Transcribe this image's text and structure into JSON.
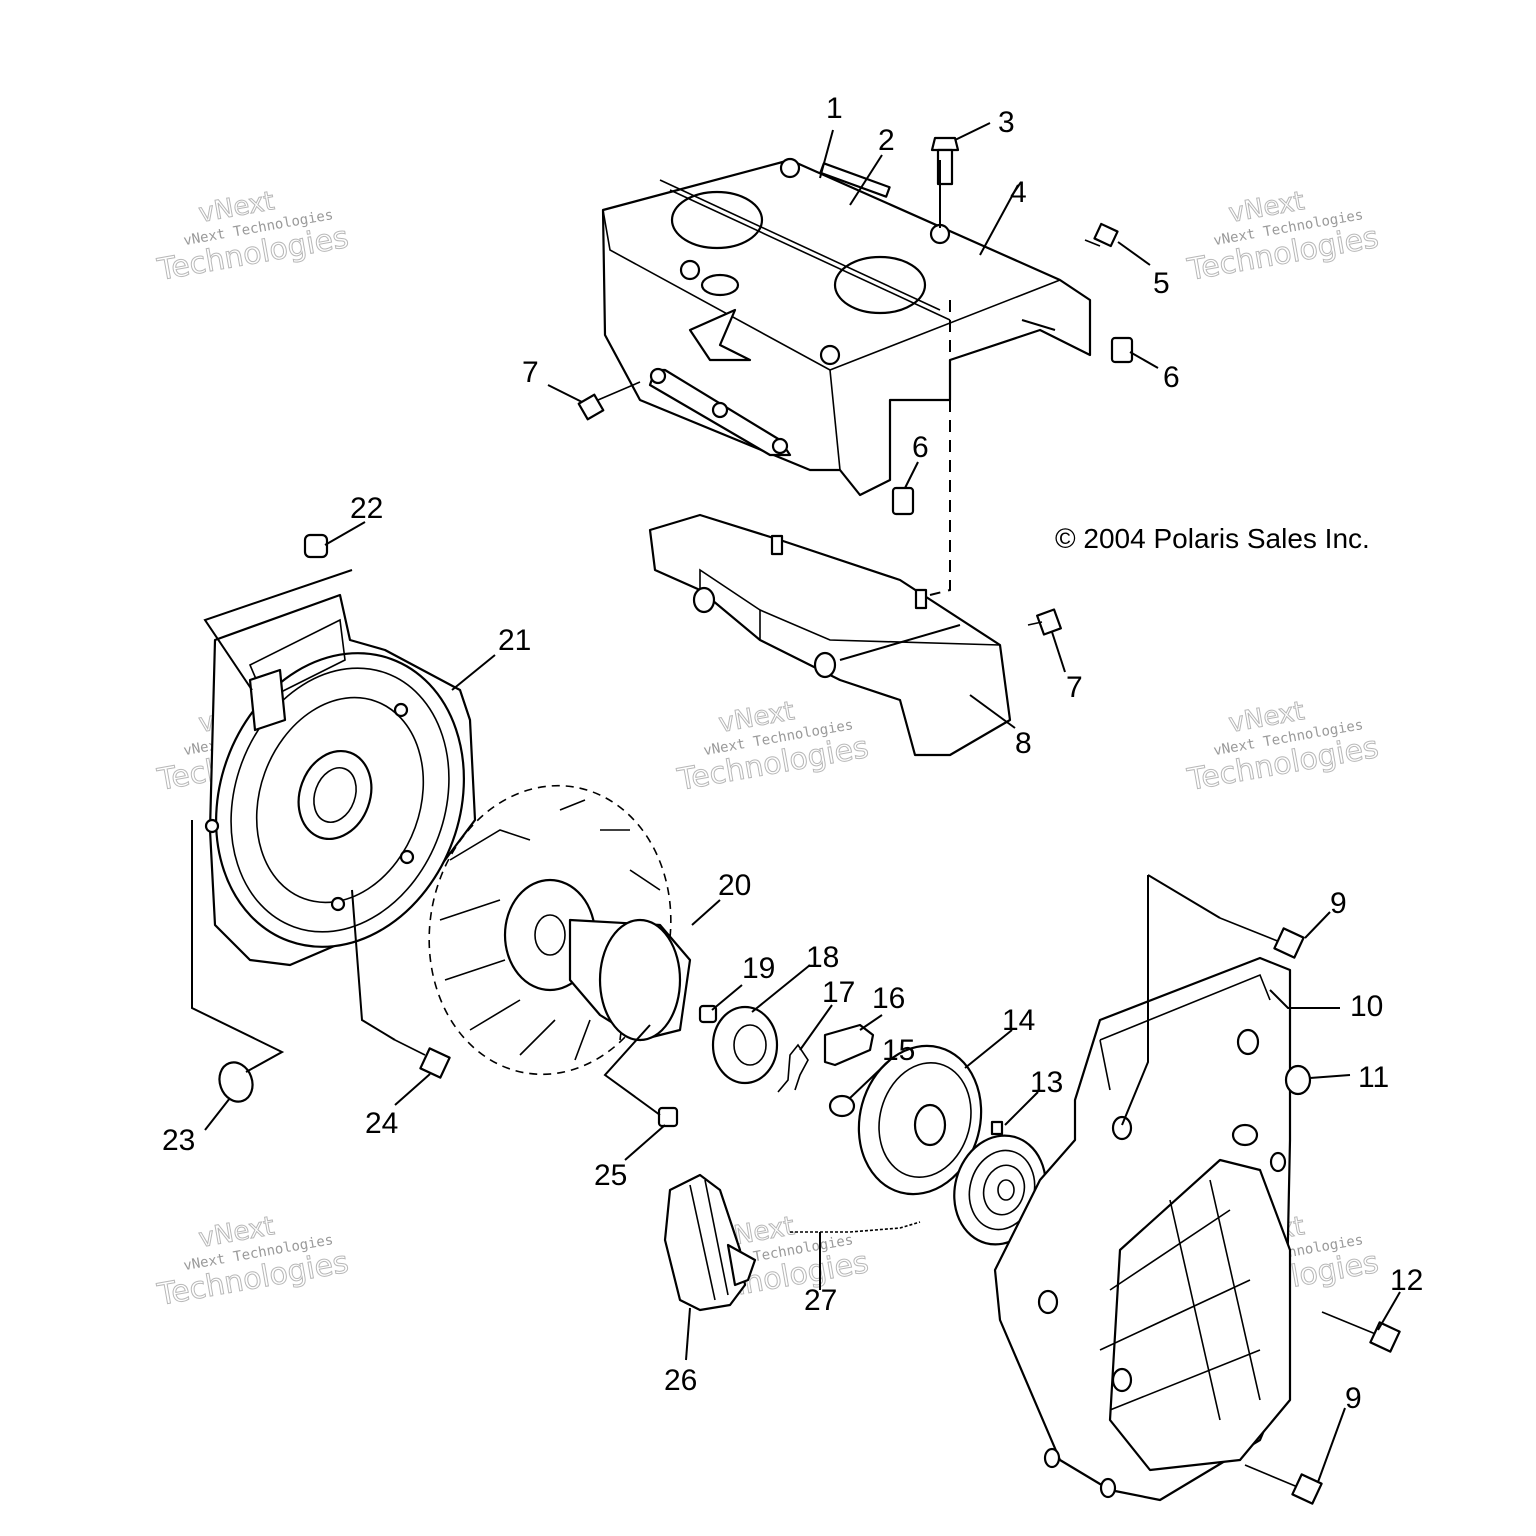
{
  "copyright": "© 2004 Polaris Sales Inc.",
  "watermark": {
    "brand": "vNext",
    "company": "vNext Technologies",
    "big": "Technologies"
  },
  "callouts": [
    {
      "id": "c1",
      "label": "1"
    },
    {
      "id": "c2",
      "label": "2"
    },
    {
      "id": "c3",
      "label": "3"
    },
    {
      "id": "c4",
      "label": "4"
    },
    {
      "id": "c5",
      "label": "5"
    },
    {
      "id": "c6a",
      "label": "6"
    },
    {
      "id": "c6b",
      "label": "6"
    },
    {
      "id": "c7a",
      "label": "7"
    },
    {
      "id": "c7b",
      "label": "7"
    },
    {
      "id": "c8",
      "label": "8"
    },
    {
      "id": "c9a",
      "label": "9"
    },
    {
      "id": "c9b",
      "label": "9"
    },
    {
      "id": "c10",
      "label": "10"
    },
    {
      "id": "c11",
      "label": "11"
    },
    {
      "id": "c12",
      "label": "12"
    },
    {
      "id": "c13",
      "label": "13"
    },
    {
      "id": "c14",
      "label": "14"
    },
    {
      "id": "c15",
      "label": "15"
    },
    {
      "id": "c16",
      "label": "16"
    },
    {
      "id": "c17",
      "label": "17"
    },
    {
      "id": "c18",
      "label": "18"
    },
    {
      "id": "c19",
      "label": "19"
    },
    {
      "id": "c20",
      "label": "20"
    },
    {
      "id": "c21",
      "label": "21"
    },
    {
      "id": "c22",
      "label": "22"
    },
    {
      "id": "c23",
      "label": "23"
    },
    {
      "id": "c24",
      "label": "24"
    },
    {
      "id": "c25",
      "label": "25"
    },
    {
      "id": "c26",
      "label": "26"
    },
    {
      "id": "c27",
      "label": "27"
    }
  ]
}
